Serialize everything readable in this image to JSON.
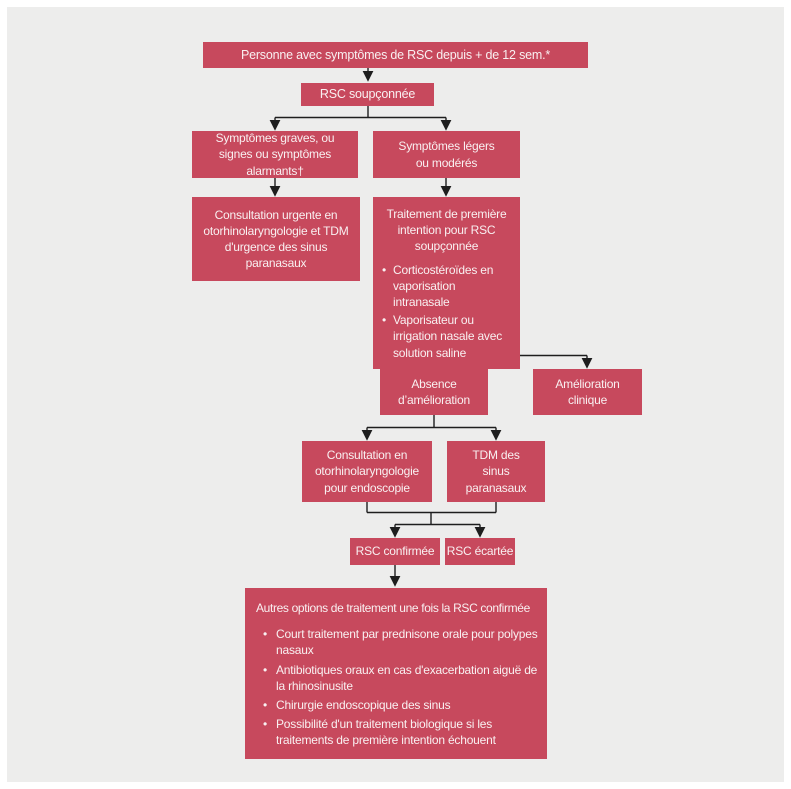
{
  "colors": {
    "box_fill": "#c7495d",
    "box_text": "#f9f0f1",
    "connector": "#1e1e1e",
    "background": "#ededec"
  },
  "flowchart": {
    "start": "Personne avec symptômes de RSC depuis + de 12 sem.*",
    "suspected": "RSC soupçonnée",
    "severe_symptoms": "Symptômes graves, ou signes ou symptômes alarmants†",
    "mild_symptoms": "Symptômes légers ou modérés",
    "urgent_consult": "Consultation urgente en otorhinolaryngologie et TDM d'urgence des sinus paranasaux",
    "first_line_treatment": {
      "title": "Traitement de première intention pour RSC soupçonnée",
      "bullets": [
        "Corticostéroïdes en vaporisation intranasale",
        "Vaporisateur ou irrigation nasale avec solution saline"
      ]
    },
    "no_improvement": "Absence d’amélioration",
    "clinical_improvement": "Amélioration clinique",
    "endoscopy_consult": "Consultation en otorhinolaryngologie pour endoscopie",
    "ct_sinus": "TDM des sinus paranasaux",
    "confirmed": "RSC confirmée",
    "ruled_out": "RSC écartée",
    "other_options": {
      "title": "Autres options de traitement une fois la RSC confirmée",
      "bullets": [
        "Court traitement par prednisone orale pour polypes nasaux",
        "Antibiotiques oraux en cas d'exacerbation aiguë de la rhinosinusite",
        "Chirurgie endoscopique des sinus",
        "Possibilité d'un traitement biologique si les traitements de première intention échouent"
      ]
    }
  }
}
